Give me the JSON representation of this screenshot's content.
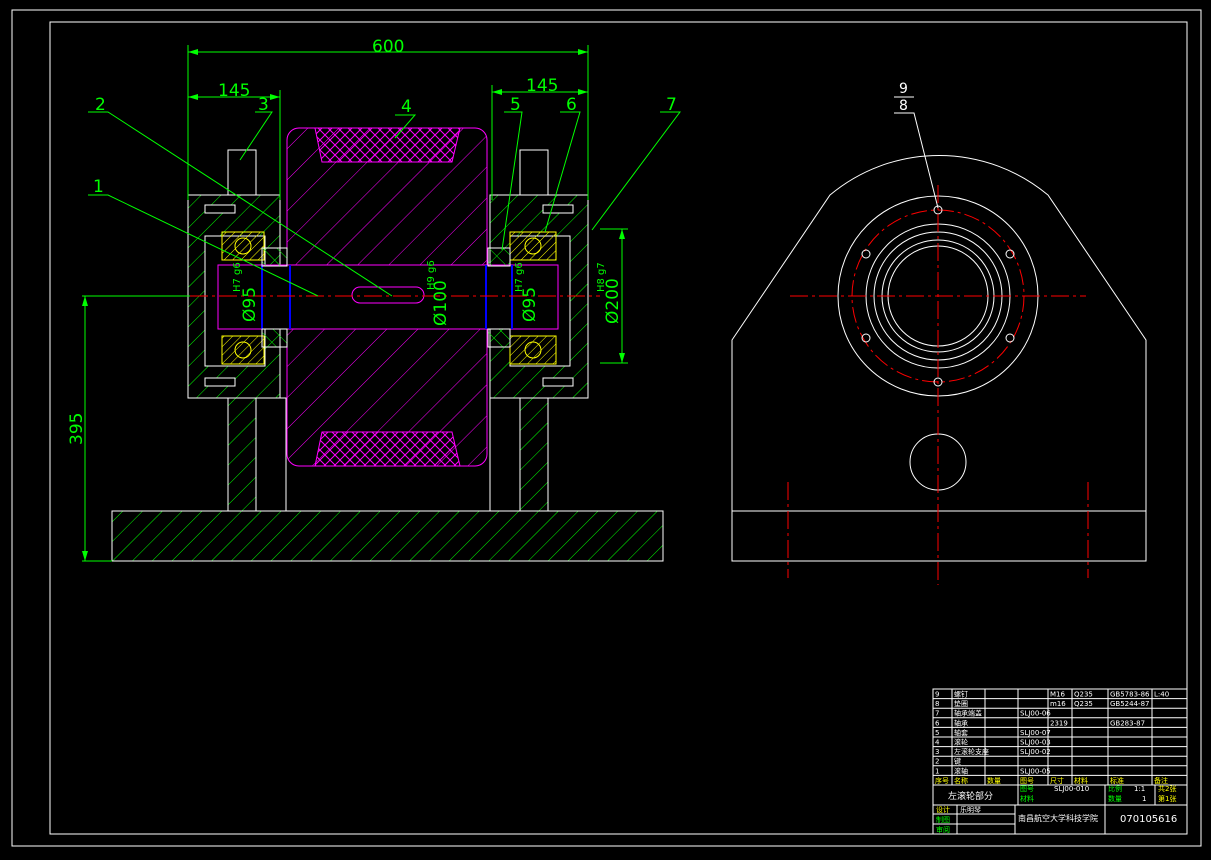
{
  "dimensions": {
    "overall_width": "600",
    "left_width": "145",
    "right_width": "145",
    "height": "395",
    "fit_left": "Ø95",
    "fit_left_tol": "H7 g6",
    "fit_center": "Ø100",
    "fit_center_tol": "H9 g6",
    "fit_right": "Ø95",
    "fit_right_tol": "H7 g6",
    "fit_housing": "Ø200",
    "fit_housing_tol": "H8 g7"
  },
  "balloons": [
    "1",
    "2",
    "3",
    "4",
    "5",
    "6",
    "7",
    "8",
    "9"
  ],
  "parts_list": [
    {
      "no": "9",
      "name": "螺钉",
      "drawing": "",
      "size": "M16",
      "material": "Q235",
      "standard": "GB5783-86",
      "remark": "L:40"
    },
    {
      "no": "8",
      "name": "垫圈",
      "drawing": "",
      "size": "m16",
      "material": "Q235",
      "standard": "GB5244-87",
      "remark": ""
    },
    {
      "no": "7",
      "name": "轴承端盖",
      "drawing": "SLJ00-06",
      "size": "",
      "material": "",
      "standard": "",
      "remark": ""
    },
    {
      "no": "6",
      "name": "轴承",
      "drawing": "",
      "size": "2319",
      "material": "",
      "standard": "GB283-87",
      "remark": ""
    },
    {
      "no": "5",
      "name": "轴套",
      "drawing": "SLJ00-07",
      "size": "",
      "material": "",
      "standard": "",
      "remark": ""
    },
    {
      "no": "4",
      "name": "滚轮",
      "drawing": "SLJ00-03",
      "size": "",
      "material": "",
      "standard": "",
      "remark": ""
    },
    {
      "no": "3",
      "name": "左滚轮支座",
      "drawing": "SLJ00-02",
      "size": "",
      "material": "",
      "standard": "",
      "remark": ""
    },
    {
      "no": "2",
      "name": "键",
      "drawing": "",
      "size": "",
      "material": "",
      "standard": "",
      "remark": ""
    },
    {
      "no": "1",
      "name": "滚轴",
      "drawing": "SLJ00-05",
      "size": "",
      "material": "",
      "standard": "",
      "remark": ""
    }
  ],
  "parts_header": {
    "no": "序号",
    "name": "名称",
    "qty": "数量",
    "drawing": "图号",
    "size": "尺寸",
    "material": "材料",
    "standard": "标准",
    "remark": "备注"
  },
  "title_block": {
    "title": "左滚轮部分",
    "drawing_no": "SLJ00-010",
    "scale_label": "比例",
    "scale": "1:1",
    "qty_label": "数量",
    "qty": "1",
    "sheet_label": "共2张",
    "sheet_of": "第1张",
    "materials_label": "材料",
    "drawing_label": "图号",
    "design_label": "设计",
    "designer": "乐明琴",
    "draw_label": "制图",
    "check_label": "审阅",
    "school": "南昌航空大学科技学院",
    "student_no": "070105616"
  },
  "colors": {
    "background": "#000000",
    "outline": "#ffffff",
    "dimension": "#00ff00",
    "part_magenta": "#ff00ff",
    "bearing": "#ffff00",
    "centerline": "#ff0000",
    "shaft": "#0000ff"
  }
}
